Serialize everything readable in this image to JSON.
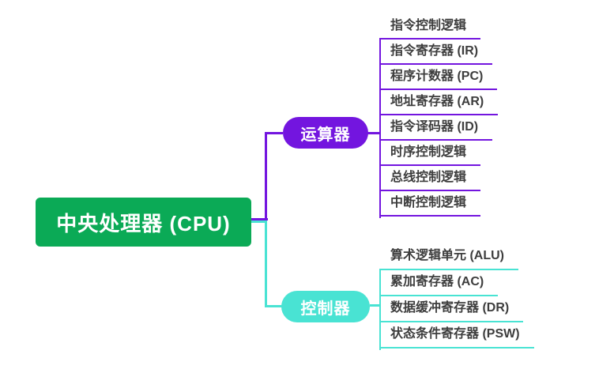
{
  "diagram": {
    "type": "mindmap",
    "root": {
      "label": "中央处理器 (CPU)"
    },
    "branches": [
      {
        "label": "运算器",
        "color": "#7315df",
        "children": [
          "指令控制逻辑",
          "指令寄存器 (IR)",
          "程序计数器 (PC)",
          "地址寄存器 (AR)",
          "指令译码器 (ID)",
          "时序控制逻辑",
          "总线控制逻辑",
          "中断控制逻辑"
        ]
      },
      {
        "label": "控制器",
        "color": "#49e3d3",
        "children": [
          "算术逻辑单元 (ALU)",
          "累加寄存器 (AC)",
          "数据缓冲寄存器 (DR)",
          "状态条件寄存器 (PSW)"
        ]
      }
    ]
  },
  "colors": {
    "root_bg": "#0baa56",
    "branch1": "#7315df",
    "branch2": "#49e3d3",
    "text": "#3d3d3d",
    "background": "#ffffff"
  }
}
